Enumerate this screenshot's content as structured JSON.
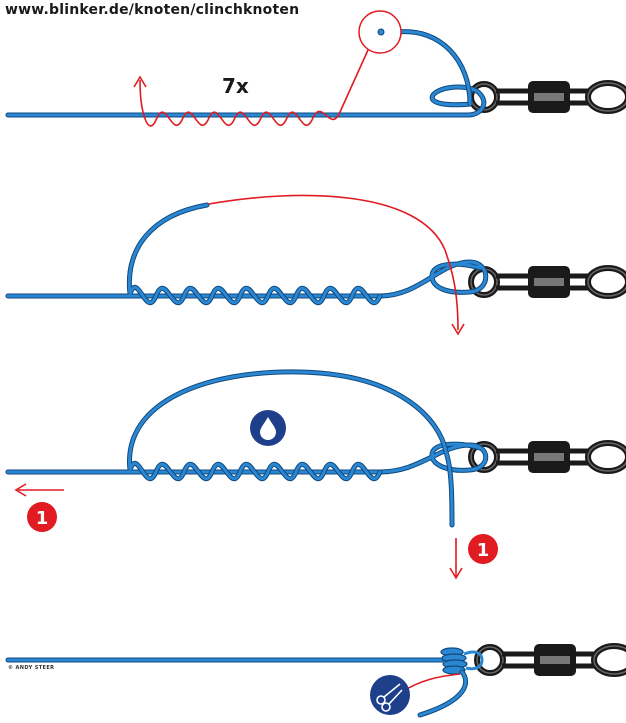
{
  "header": {
    "url": "www.blinker.de/knoten/clinchknoten"
  },
  "steps": [
    {
      "wrap_count_label": "7x"
    },
    {},
    {
      "pull_step_left": "1",
      "pull_step_right": "1",
      "moisten_icon": "water-drop-icon"
    },
    {
      "cut_icon": "scissors-icon"
    }
  ],
  "footer": {
    "credit": "© ANDY STEER"
  },
  "colors": {
    "line": "#2b87d1",
    "line_outline": "#0f4a80",
    "guide": "#e01b22",
    "badge_blue": "#1e3f8a",
    "badge_red": "#e01b22",
    "swivel": "#1a1a1a"
  }
}
